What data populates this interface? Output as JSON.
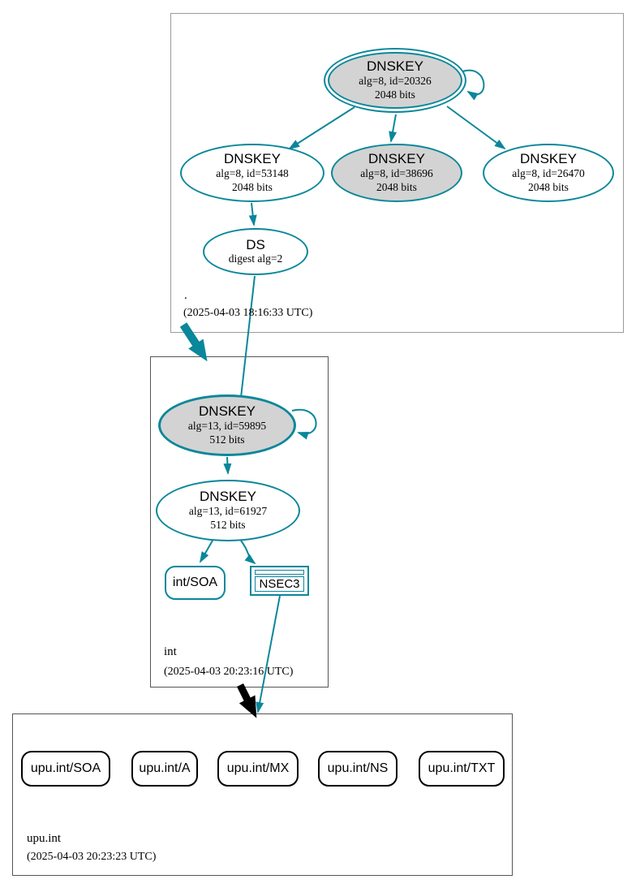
{
  "colors": {
    "secure_teal": "#0a879a",
    "ksk_fill_gray": "#d3d3d3",
    "delegation_black": "#000000",
    "outer_box_border": "#9a9a9a",
    "inner_box_border": "#555555"
  },
  "zones": [
    {
      "name": ".",
      "timestamp": "(2025-04-03 18:16:33 UTC)",
      "nodes": {
        "ksk": {
          "title": "DNSKEY",
          "detail": "alg=8, id=20326",
          "bits": "2048 bits"
        },
        "key53148": {
          "title": "DNSKEY",
          "detail": "alg=8, id=53148",
          "bits": "2048 bits"
        },
        "key38696": {
          "title": "DNSKEY",
          "detail": "alg=8, id=38696",
          "bits": "2048 bits"
        },
        "key26470": {
          "title": "DNSKEY",
          "detail": "alg=8, id=26470",
          "bits": "2048 bits"
        },
        "ds": {
          "title": "DS",
          "detail": "digest alg=2"
        }
      }
    },
    {
      "name": "int",
      "timestamp": "(2025-04-03 20:23:16 UTC)",
      "nodes": {
        "ksk": {
          "title": "DNSKEY",
          "detail": "alg=13, id=59895",
          "bits": "512 bits"
        },
        "zsk": {
          "title": "DNSKEY",
          "detail": "alg=13, id=61927",
          "bits": "512 bits"
        },
        "soa": {
          "label": "int/SOA"
        },
        "nsec3": {
          "label": "NSEC3"
        }
      }
    },
    {
      "name": "upu.int",
      "timestamp": "(2025-04-03 20:23:23 UTC)",
      "rrsets": [
        "upu.int/SOA",
        "upu.int/A",
        "upu.int/MX",
        "upu.int/NS",
        "upu.int/TXT"
      ]
    }
  ]
}
